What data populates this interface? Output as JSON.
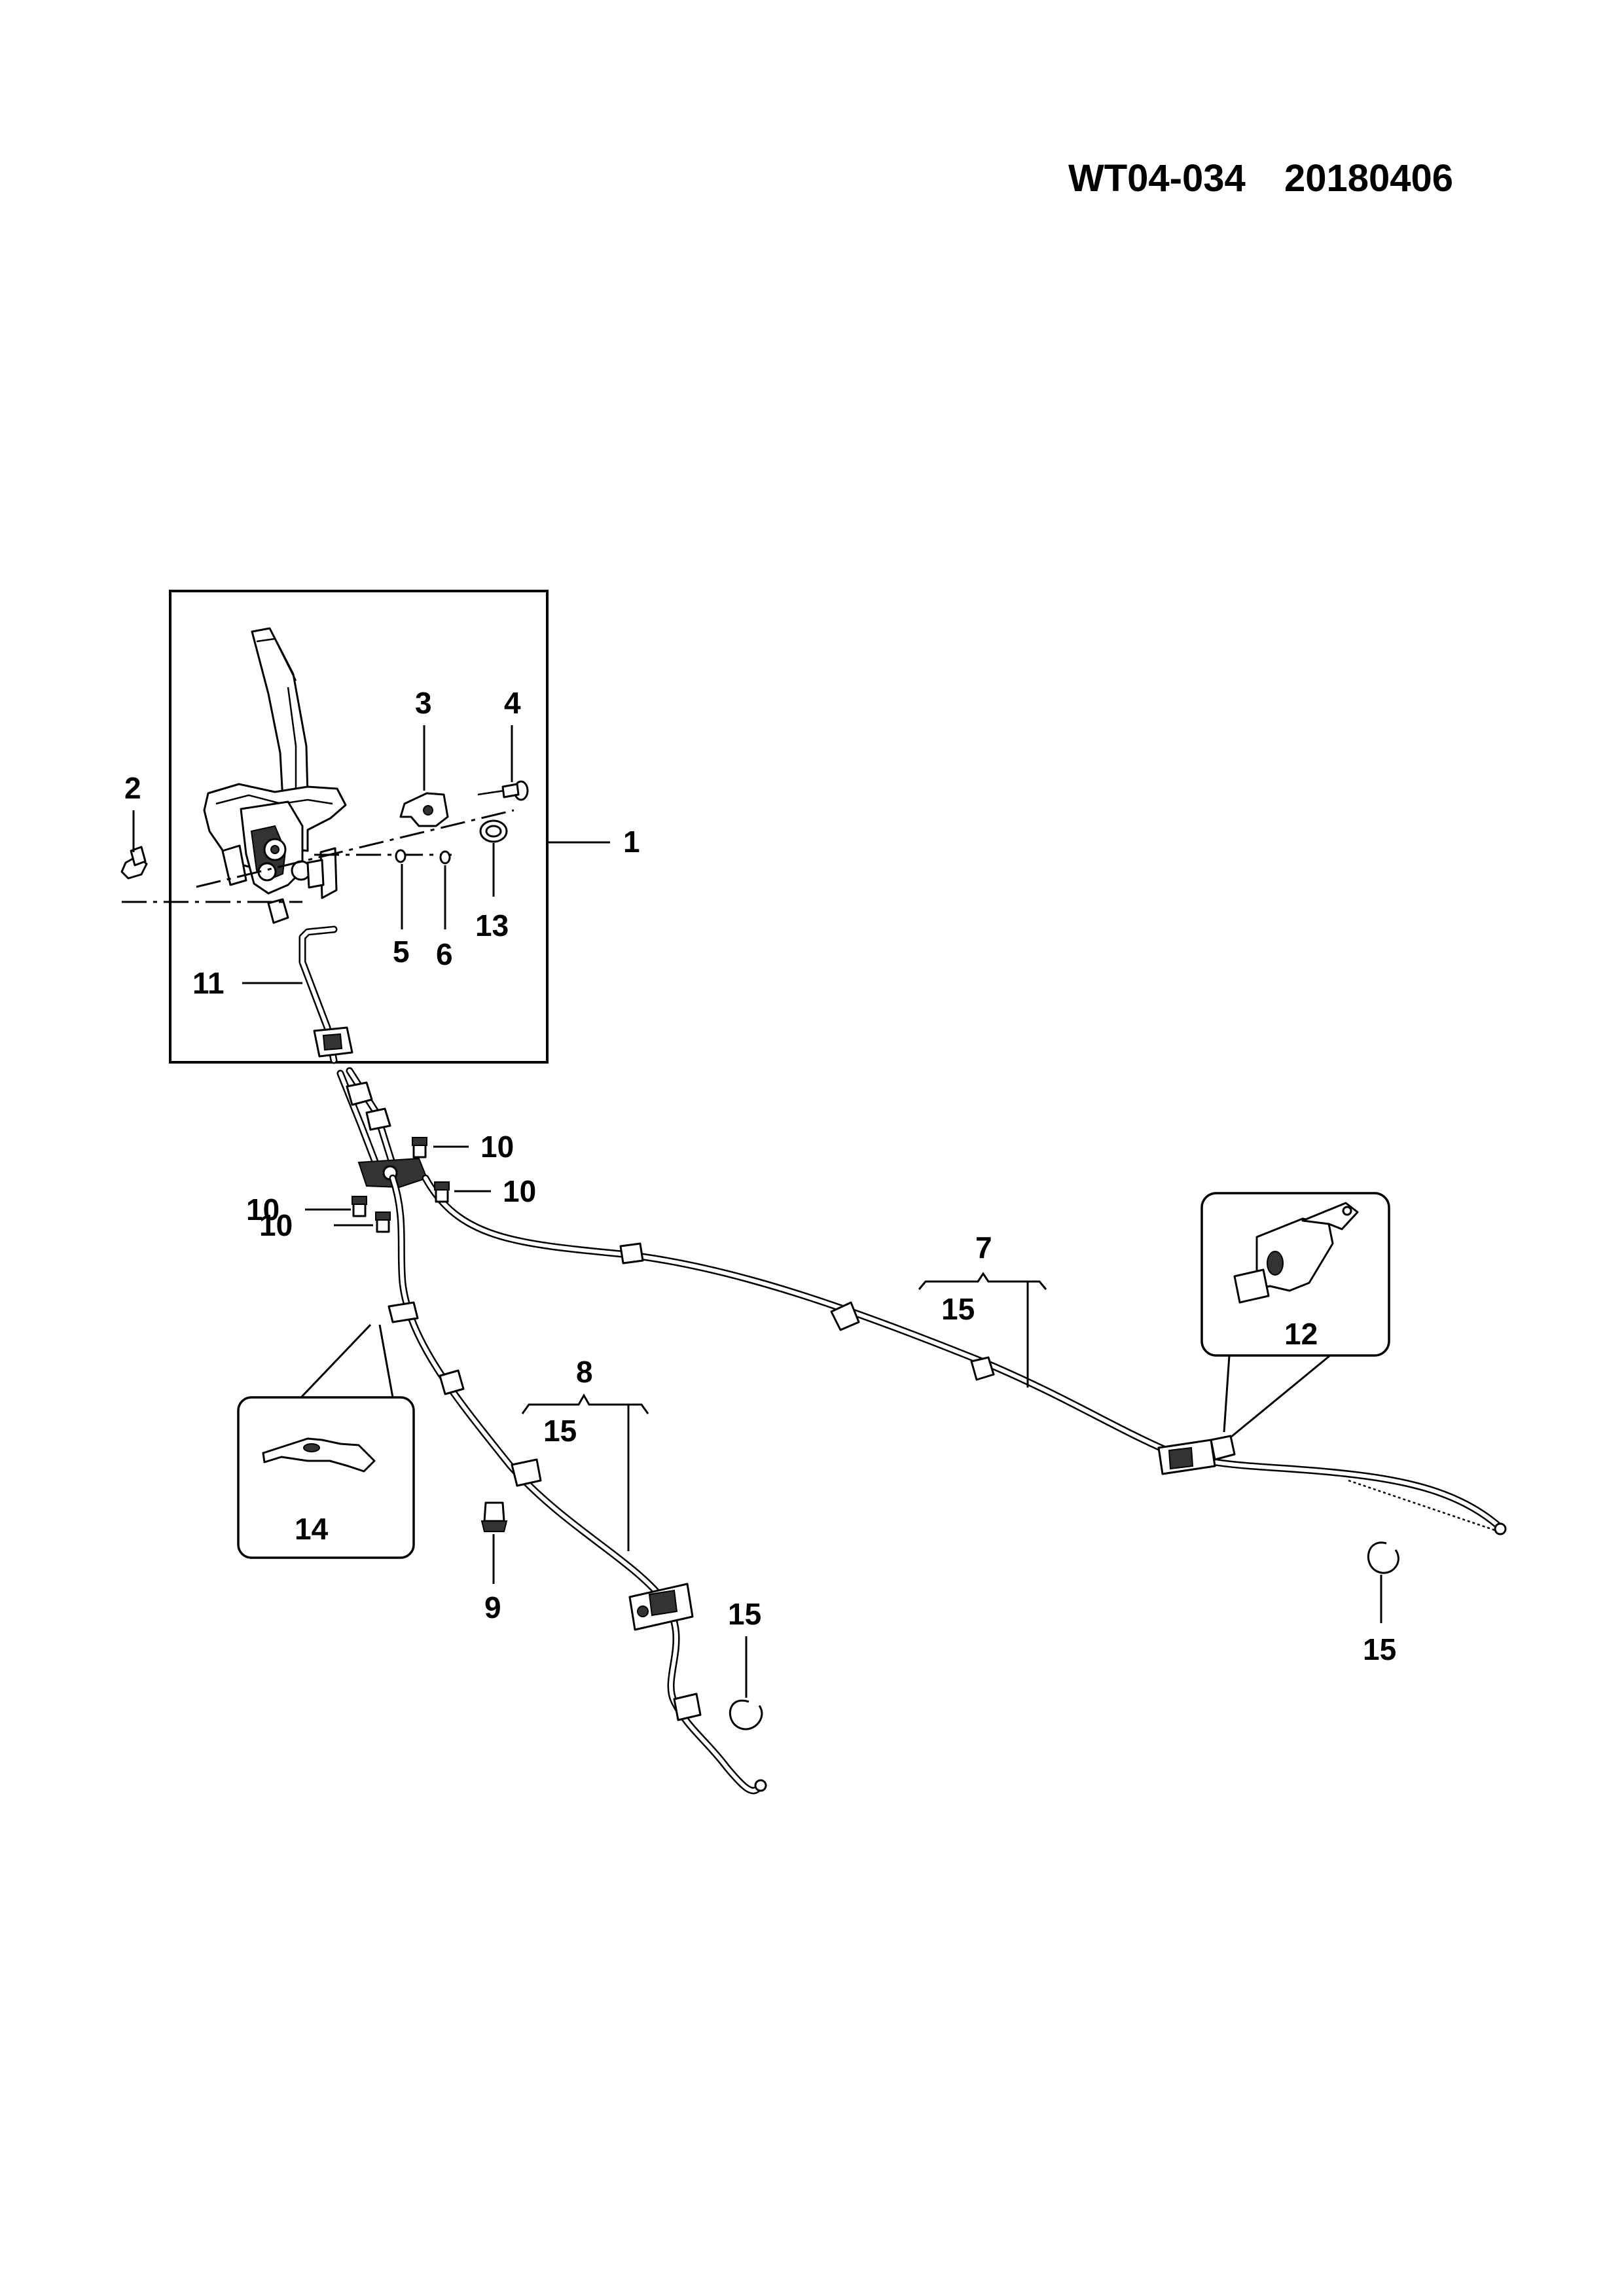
{
  "header": {
    "code": "WT04-034",
    "date": "20180406"
  },
  "callouts": {
    "c1": "1",
    "c2": "2",
    "c3": "3",
    "c4": "4",
    "c5": "5",
    "c6": "6",
    "c7": "7",
    "c7_sub": "15",
    "c8": "8",
    "c8_sub": "15",
    "c9": "9",
    "c10a": "10",
    "c10b": "10",
    "c10c": "10",
    "c10d": "10",
    "c11": "11",
    "c12": "12",
    "c13": "13",
    "c14": "14",
    "c15a": "15",
    "c15b": "15"
  }
}
